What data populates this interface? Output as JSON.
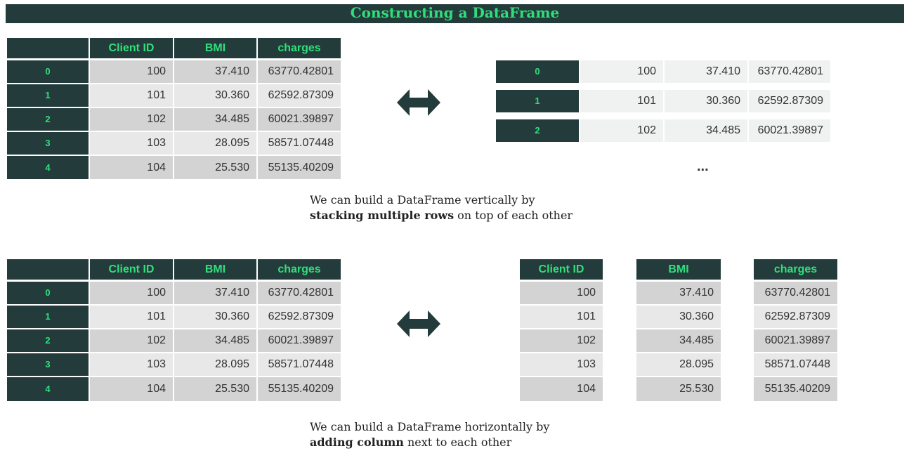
{
  "title": "Constructing a DataFrame",
  "columns": [
    "Client ID",
    "BMI",
    "charges"
  ],
  "rows": [
    {
      "index": "0",
      "client_id": "100",
      "bmi": "37.410",
      "charges": "63770.42801"
    },
    {
      "index": "1",
      "client_id": "101",
      "bmi": "30.360",
      "charges": "62592.87309"
    },
    {
      "index": "2",
      "client_id": "102",
      "bmi": "34.485",
      "charges": "60021.39897"
    },
    {
      "index": "3",
      "client_id": "103",
      "bmi": "28.095",
      "charges": "58571.07448"
    },
    {
      "index": "4",
      "client_id": "104",
      "bmi": "25.530",
      "charges": "55135.40209"
    }
  ],
  "ellipsis": "...",
  "caption_vertical": {
    "line1": "We can build a DataFrame vertically by",
    "bold": "stacking multiple rows",
    "rest": " on top of each other"
  },
  "caption_horizontal": {
    "line1": "We can build a DataFrame horizontally by",
    "bold": "adding column",
    "rest": " next to each other"
  },
  "colors": {
    "header_bg": "#243b3b",
    "header_text": "#2fe07a",
    "row_dark": "#d3d3d3",
    "row_light": "#e8e8e8"
  },
  "icons": [
    "double-arrow-icon"
  ]
}
